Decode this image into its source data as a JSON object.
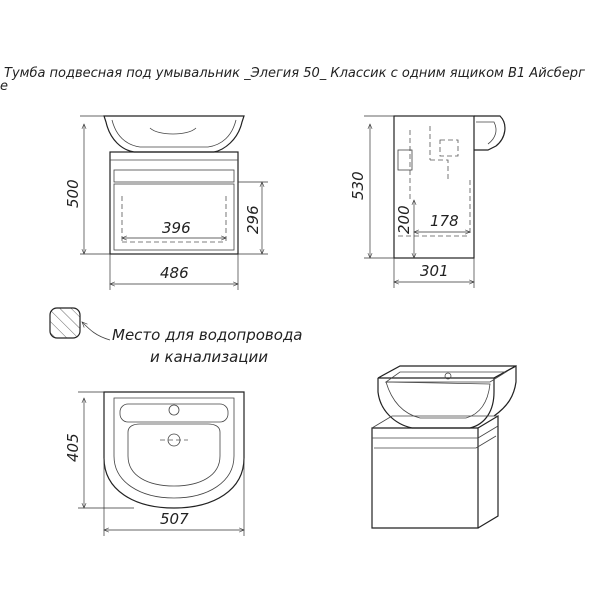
{
  "title_line1": "Тумба подвесная под умывальник _Элегия 50_ Классик с одним ящиком В1  Айсберг",
  "title_line2": "е",
  "front_view": {
    "height": "500",
    "drawer_height": "296",
    "drawer_inner_width": "396",
    "width": "486"
  },
  "side_view": {
    "height": "530",
    "pipe_height": "200",
    "pipe_width": "178",
    "depth": "301"
  },
  "top_view": {
    "depth": "405",
    "width": "507"
  },
  "legend": {
    "line1": "Место для водопровода",
    "line2": "и канализации"
  }
}
